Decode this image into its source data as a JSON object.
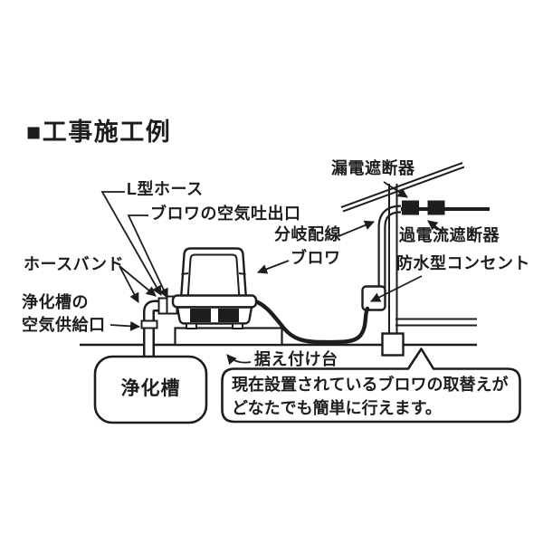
{
  "figure": {
    "title": "■工事施工例",
    "callouts": {
      "l_hose": "L型ホース",
      "blower_air_outlet": "ブロワの空気吐出口",
      "branch_wiring": "分岐配線",
      "blower": "ブロワ",
      "earth_leakage_breaker": "漏電遮断器",
      "overcurrent_breaker": "過電流遮断器",
      "waterproof_outlet": "防水型コンセント",
      "hose_band": "ホースバンド",
      "septic_tank_supply_line1": "浄化槽の",
      "septic_tank_supply_line2": "空気供給口",
      "septic_tank": "浄化槽",
      "mounting_base": "据え付け台"
    },
    "note": {
      "line1": "現在設置されているブロワの取替えが",
      "line2": "どなたでも簡単に行えます。"
    },
    "colors": {
      "ink": "#1d1d1d",
      "background": "#ffffff"
    }
  }
}
